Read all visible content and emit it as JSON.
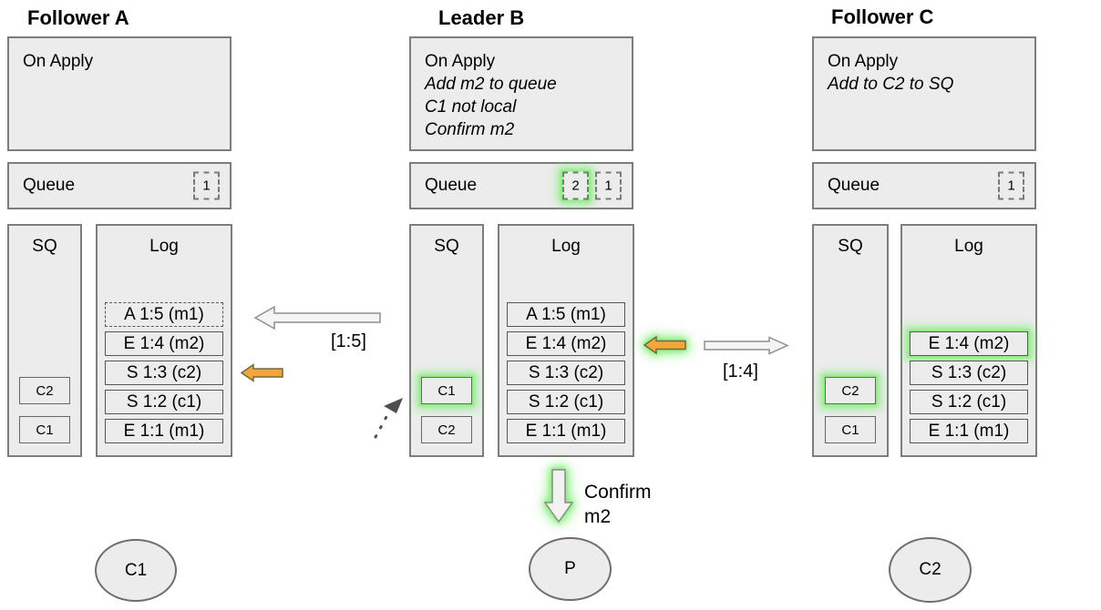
{
  "nodes": [
    {
      "id": "follower-a",
      "title": "Follower A",
      "on_apply": {
        "label": "On Apply",
        "notes": []
      },
      "queue": {
        "label": "Queue",
        "items": [
          {
            "value": "1",
            "highlighted": false
          }
        ]
      },
      "sq": {
        "label": "SQ",
        "items": [
          {
            "value": "C2",
            "highlighted": false
          },
          {
            "value": "C1",
            "highlighted": false
          }
        ]
      },
      "log": {
        "label": "Log",
        "entries": [
          {
            "text": "A 1:5 (m1)",
            "border": "dashed",
            "highlighted": false
          },
          {
            "text": "E 1:4 (m2)",
            "border": "solid",
            "highlighted": false
          },
          {
            "text": "S 1:3 (c2)",
            "border": "solid",
            "highlighted": false
          },
          {
            "text": "S 1:2 (c1)",
            "border": "solid",
            "highlighted": false
          },
          {
            "text": "E 1:1 (m1)",
            "border": "solid",
            "highlighted": false
          }
        ]
      },
      "client": {
        "label": "C1"
      }
    },
    {
      "id": "leader-b",
      "title": "Leader B",
      "on_apply": {
        "label": "On Apply",
        "notes": [
          "Add m2 to queue",
          "C1 not local",
          "Confirm m2"
        ]
      },
      "queue": {
        "label": "Queue",
        "items": [
          {
            "value": "2",
            "highlighted": true
          },
          {
            "value": "1",
            "highlighted": false
          }
        ]
      },
      "sq": {
        "label": "SQ",
        "items": [
          {
            "value": "C1",
            "highlighted": true
          },
          {
            "value": "C2",
            "highlighted": false
          }
        ]
      },
      "log": {
        "label": "Log",
        "entries": [
          {
            "text": "A 1:5 (m1)",
            "border": "solid",
            "highlighted": false
          },
          {
            "text": "E 1:4 (m2)",
            "border": "solid",
            "highlighted": false
          },
          {
            "text": "S 1:3 (c2)",
            "border": "solid",
            "highlighted": false
          },
          {
            "text": "S 1:2 (c1)",
            "border": "solid",
            "highlighted": false
          },
          {
            "text": "E 1:1 (m1)",
            "border": "solid",
            "highlighted": false
          }
        ]
      },
      "client": {
        "label": "P"
      }
    },
    {
      "id": "follower-c",
      "title": "Follower C",
      "on_apply": {
        "label": "On Apply",
        "notes": [
          "Add to C2 to SQ"
        ]
      },
      "queue": {
        "label": "Queue",
        "items": [
          {
            "value": "1",
            "highlighted": false
          }
        ]
      },
      "sq": {
        "label": "SQ",
        "items": [
          {
            "value": "C2",
            "highlighted": true
          },
          {
            "value": "C1",
            "highlighted": false
          }
        ]
      },
      "log": {
        "label": "Log",
        "entries": [
          {
            "text": "E 1:4 (m2)",
            "border": "solid",
            "highlighted": true
          },
          {
            "text": "S 1:3 (c2)",
            "border": "solid",
            "highlighted": false
          },
          {
            "text": "S 1:2 (c1)",
            "border": "solid",
            "highlighted": false
          },
          {
            "text": "E 1:1 (m1)",
            "border": "solid",
            "highlighted": false
          }
        ]
      },
      "client": {
        "label": "C2"
      }
    }
  ],
  "arrows": {
    "replicate_to_a_label": "[1:5]",
    "replicate_to_c_label": "[1:4]",
    "confirm_label": "Confirm m2"
  },
  "colors": {
    "box_fill": "#ececec",
    "box_border": "#7d7d7d",
    "entry_border": "#565656",
    "orange_arrow_fill": "#f2a63c",
    "orange_arrow_stroke": "#6b6b3e",
    "white_arrow_fill": "#f4f4f4",
    "white_arrow_stroke": "#8f8f8f",
    "highlight_glow": "#7dee70"
  }
}
